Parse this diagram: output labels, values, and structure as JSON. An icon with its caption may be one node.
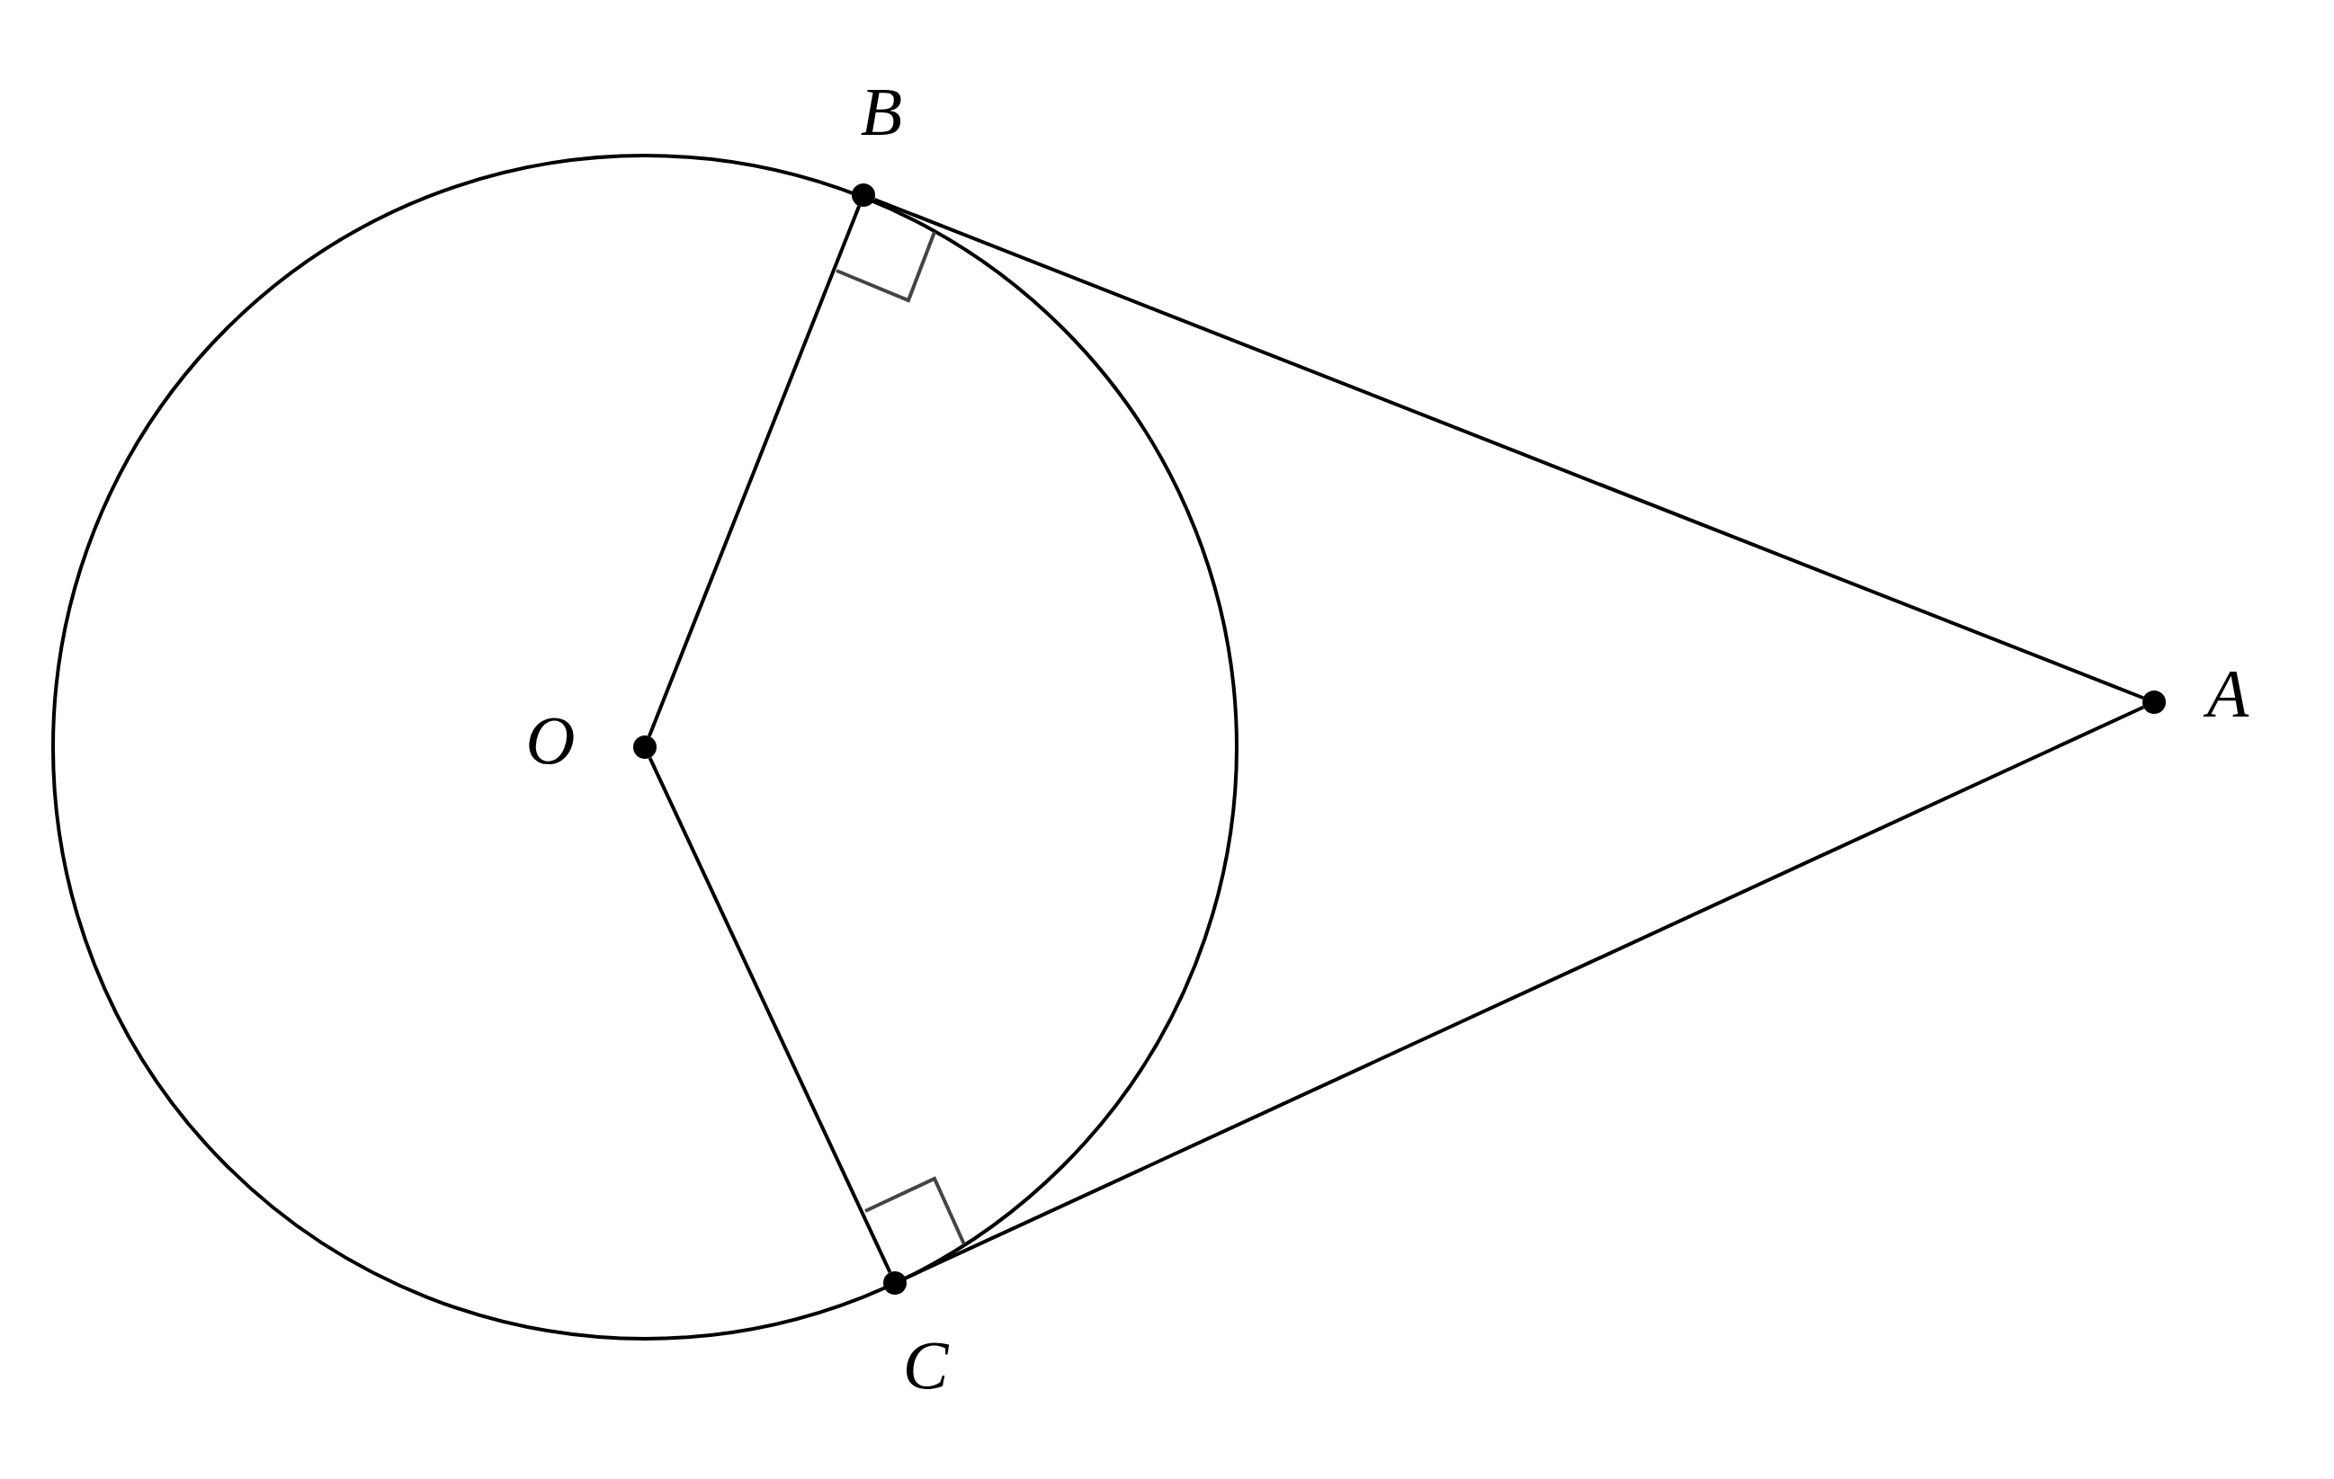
{
  "diagram": {
    "nodes": [
      {
        "text": [
          "O"
        ]
      },
      {
        "text": [
          "B"
        ]
      },
      {
        "text": [
          "C"
        ]
      },
      {
        "text": [
          "A"
        ]
      }
    ],
    "edges": [
      {
        "from": 0,
        "to": 1,
        "arrow": "none"
      },
      {
        "from": 0,
        "to": 2,
        "arrow": "none"
      },
      {
        "from": 1,
        "to": 3,
        "arrow": "none"
      },
      {
        "from": 2,
        "to": 3,
        "arrow": "none"
      }
    ]
  }
}
